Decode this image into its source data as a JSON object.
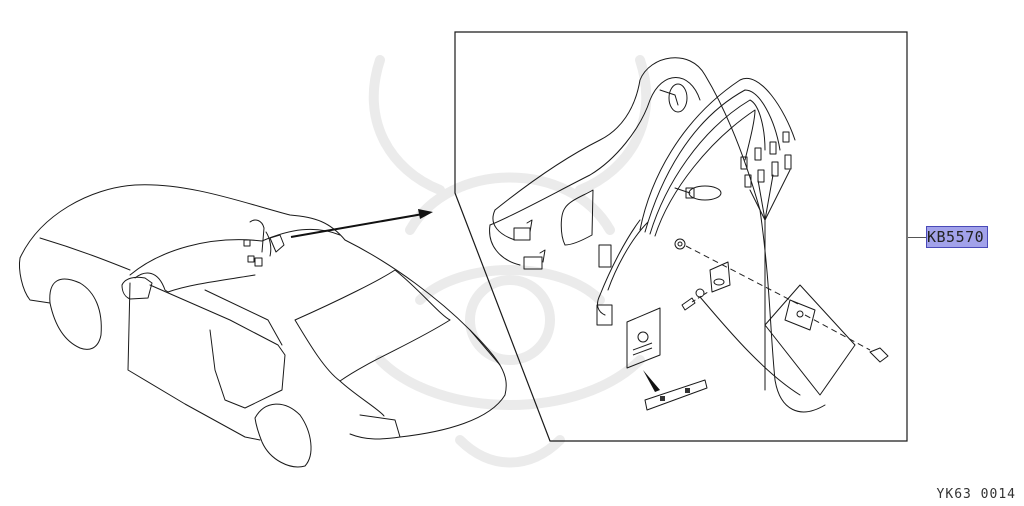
{
  "diagram": {
    "type": "exploded parts diagram",
    "subject": "vehicle roof-mounted wiring harness kit",
    "callouts": [
      {
        "part_number": "KB5570",
        "highlighted": true,
        "highlight_color": "#6464dc"
      }
    ],
    "footer_code": "YK63 0014",
    "components": [
      "car-body-overview",
      "pointer-arrow",
      "wiring-harness",
      "cable-ties",
      "terminal-connectors",
      "connector-blocks",
      "mounting-bracket",
      "nut",
      "screw",
      "bolt",
      "control-module",
      "switch-plate",
      "label-strip"
    ]
  }
}
